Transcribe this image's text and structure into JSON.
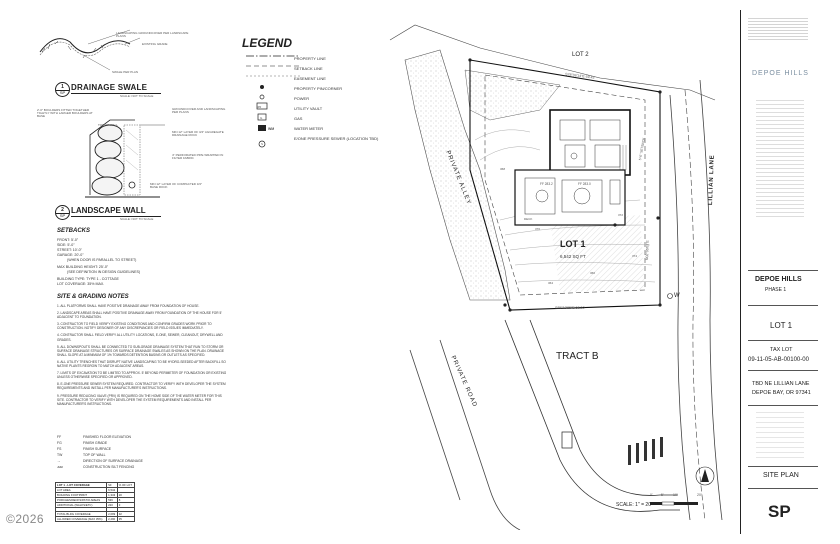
{
  "drawing": {
    "drainage_swale": {
      "number": "1",
      "sheet": "SP",
      "title": "DRAINAGE SWALE",
      "scale": "SCALE: NOT TO SCALE",
      "notes": [
        "LANDSCAPING GROUNDCOVER PER LANDSCAPE PLANS",
        "EXISTING GRADE",
        "SWALE PER PLAN"
      ]
    },
    "landscape_wall": {
      "number": "2",
      "sheet": "SP",
      "title": "LANDSCAPE WALL",
      "scale": "SCALE: NOT TO SCALE",
      "notes": [
        "2'-0\" BOULDERS FITTED TOGETHER TIGHTLY WITH LARGER BOULDERS AT BASE",
        "TOP OF WALL",
        "GROUNDCOVER AND LANDSCAPING PER PLANS",
        "MIN 12\" LAYER OF 3/4\" AGGREGATE DRAINAGE ROCK",
        "4\" PERFORATED PIPE WRAPPED IN FILTER FABRIC",
        "MIN 12\" LAYER OF COMPACTED 3/4\" BASE ROCK"
      ]
    },
    "setbacks": {
      "title": "SETBACKS",
      "items": [
        "FRONT:    5'-0\"",
        "SIDE:     5'-0\"",
        "STREET:   10'-0\"",
        "GARAGE:   20'-0\""
      ],
      "note": "(WHEN DOOR IS PARALLEL TO STREET)",
      "height": "MAX BUILDING HEIGHT:     25'-0\"",
      "height_note": "(SEE DEFINITION IN DESIGN GUIDELINES)",
      "building_type": "BUILDING TYPE:   TYPE 1 - COTTAGE",
      "lot_coverage": "LOT COVERAGE:    35% MAX."
    },
    "site_grading": {
      "title": "SITE & GRADING NOTES",
      "notes": [
        "1. ALL PLATFORMS SHALL HAVE POSITIVE DRAINAGE AWAY FROM FOUNDATION OF HOUSE.",
        "2. LANDSCAPE AREAS SHALL HAVE POSITIVE DRAINAGE AWAY FROM FOUNDATION OF THE HOUSE FOR 5' ADJACENT TO FOUNDATION.",
        "3. CONTRACTOR TO FIELD VERIFY EXISTING CONDITIONS AND CONFIRM GRADES WORK PRIOR TO CONSTRUCTION. NOTIFY DESIGNER OF ANY DISCREPANCIES OR FIELD ISSUES IMMEDIATELY.",
        "4. CONTRACTOR SHALL FIELD VERIFY ALL UTILITY LOCATIONS, E-ONE, SEWER, CLEANOUT, DRYWELL AND GRADES.",
        "5. ALL DOWNSPOUTS SHALL BE CONNECTED TO SUB-GRADE DRAINAGE SYSTEM THAT RUN TO STORM OR SURFACE DRAINAGE STRUCTURES OR SURFACE DRAINAGE SWALES AS SHOWN ON THE PLAN. DRAINAGE SHALL SLOPE AT A MINIMUM OF 1% TOWARDS DETENTION BASINS OR OUTLETS AS SPECIFIED.",
        "6. ALL UTILITY TRENCHES THAT DISRUPT NATIVE LANDSCAPING TO BE HYDRO-SEEDED AFTER BACKFILL SO NATIVE PLANTS REGROW TO MATCH ADJACENT AREAS.",
        "7. LIMITS OF EXCAVATION TO BE LIMITED TO APPROX. 5' BEYOND PERIMETER OF FOUNDATION OR EXISTING UNLESS OTHERWISE SPECIFIED OR APPROVED.",
        "8. E-ONE PRESSURE SEWER SYSTEM REQUIRED. CONTRACTOR TO VERIFY WITH DEVELOPER THE SYSTEM REQUIREMENTS AND INSTALL PER MANUFACTURER'S INSTRUCTIONS.",
        "9. PRESSURE REDUCING VALVE (PRV) IS REQUIRED ON THE HOME SIDE OF THE WATER METER FOR THIS SITE. CONTRACTOR TO VERIFY WITH DEVELOPER THE SYSTEM REQUIREMENTS AND INSTALL PER MANUFACTURER'S INSTRUCTIONS."
      ]
    },
    "abbreviations": [
      {
        "code": "FF",
        "text": "FINISHED FLOOR ELEVATION"
      },
      {
        "code": "FG",
        "text": "FINISH GRADE"
      },
      {
        "code": "FS",
        "text": "FINISH SURFACE"
      },
      {
        "code": "TW",
        "text": "TOP OF WALL"
      },
      {
        "code": "",
        "text": "DIRECTION OF SURFACE DRAINAGE"
      },
      {
        "code": "",
        "text": "CONSTRUCTION SILT FENCING"
      }
    ],
    "coverage_table": {
      "header": [
        "LOT 1 - LOT COVERAGE",
        "SF",
        "% OF LOT"
      ],
      "rows": [
        [
          "LOT AREA",
          "6,542",
          ""
        ],
        [
          "BUILDING FOOTPRINT",
          "1,343",
          "20"
        ],
        [
          "PORCHES/DECKS/PATIO AREAS",
          "536",
          "8"
        ],
        [
          "ADDITIONAL (WALKS/ETC)",
          "220",
          "3"
        ],
        [
          "",
          "",
          ""
        ],
        [
          "TOTAL BLDG COVERAGE",
          "2,099",
          "32"
        ],
        [
          "ALLOWED COVERAGE (MAX 35%)",
          "2,290",
          "35"
        ]
      ]
    },
    "legend": {
      "title": "LEGEND",
      "items": [
        "PROPERTY LINE",
        "SETBACK LINE",
        "EASEMENT LINE",
        "PROPERTY PIN/CORNER",
        "POWER",
        "UTILITY VAULT",
        "GAS",
        "WATER METER",
        "E/ONE PRESSURE SEWER (LOCATION TBD)"
      ],
      "vault_code": "UV",
      "gas_code": "G",
      "meter_code": "WM",
      "sewer_code": "S"
    },
    "plan": {
      "lot2": "LOT 2",
      "lot1": "LOT 1",
      "lot1_area": "6,542 SQ FT",
      "tract": "TRACT B",
      "alley": "PRIVATE ALLEY",
      "road": "PRIVATE ROAD",
      "lane": "LILLIAN LANE",
      "bearing_top": "S78°06'14\"E 69.45'",
      "bearing_bottom": "S85°19'55\"E 58.20'",
      "bearing_right": "N02°05'03\"E",
      "setback_label": "5'-0\" SETBACK",
      "scale": "SCALE: 1\" = 20'",
      "scale_ticks": [
        "0'",
        "5'",
        "10'",
        "20'"
      ],
      "water_mark": "W",
      "elevations": [
        "368",
        "370",
        "372",
        "374",
        "366",
        "364"
      ],
      "ff1": "FF 283.2",
      "ff2": "FF 283.0",
      "deck": "DECK"
    },
    "titleblock": {
      "logo": "DEPOE HILLS",
      "project": "DEPOE HILLS",
      "phase": "PHASE 1",
      "lot": "LOT 1",
      "taxlot_label": "TAX LOT",
      "taxlot": "09-11-05-AB-00100-00",
      "address1": "TBD NE LILLIAN LANE",
      "address2": "DEPOE BAY, OR 97341",
      "sheet_title": "SITE PLAN",
      "sheet_no": "SP"
    },
    "watermark": "©2026"
  },
  "colors": {
    "ink": "#222222",
    "hatch": "#888888",
    "logo": "#7a8ea0"
  }
}
